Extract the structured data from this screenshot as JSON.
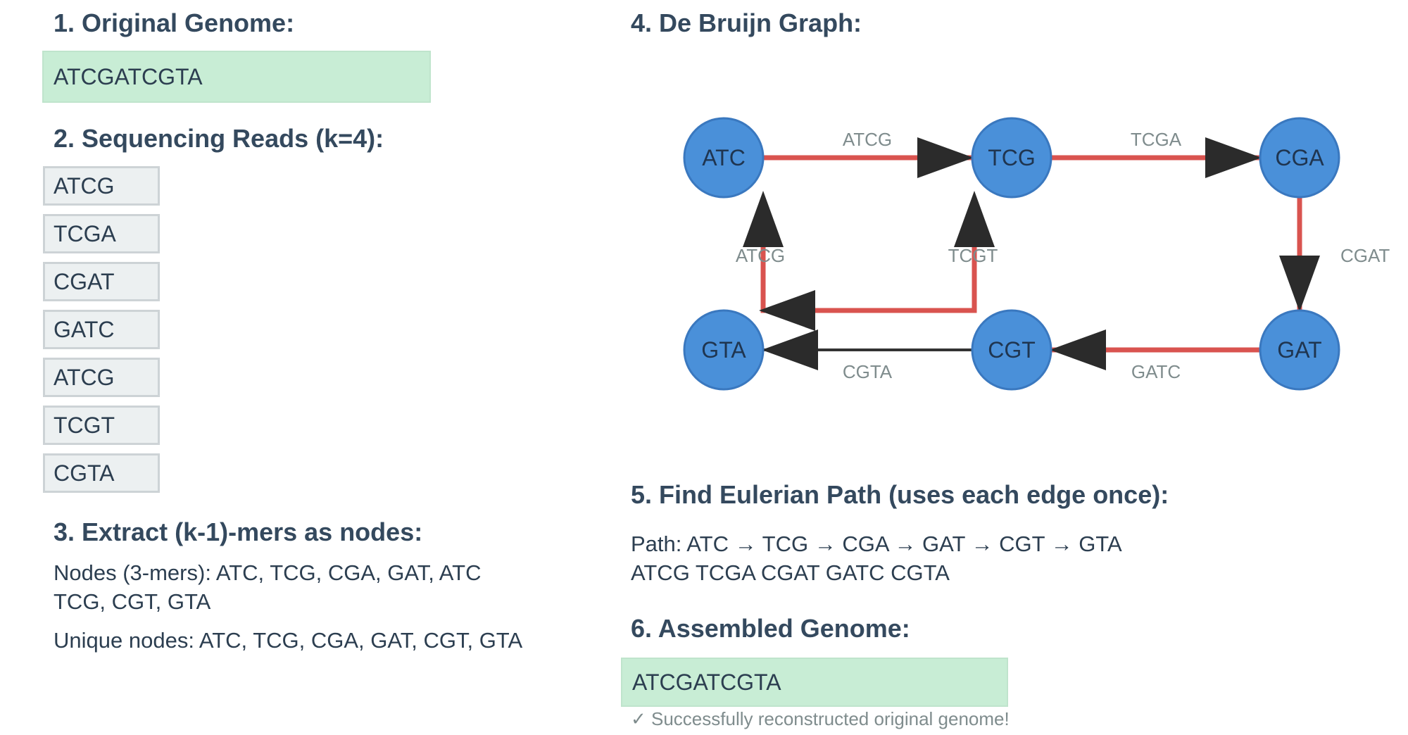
{
  "sections": {
    "original": {
      "title": "1. Original Genome:",
      "genome": "ATCGATCGTA"
    },
    "reads": {
      "title": "2. Sequencing Reads (k=4):",
      "items": [
        "ATCG",
        "TCGA",
        "CGAT",
        "GATC",
        "ATCG",
        "TCGT",
        "CGTA"
      ]
    },
    "extract": {
      "title": "3. Extract (k-1)-mers as nodes:",
      "nodes_line1": "Nodes (3-mers): ATC, TCG, CGA, GAT, ATC",
      "nodes_line2": "TCG, CGT, GTA",
      "unique": "Unique nodes: ATC, TCG, CGA, GAT, CGT, GTA"
    },
    "graph": {
      "title": "4. De Bruijn Graph:",
      "nodes": [
        {
          "id": "ATC",
          "label": "ATC"
        },
        {
          "id": "TCG",
          "label": "TCG"
        },
        {
          "id": "CGA",
          "label": "CGA"
        },
        {
          "id": "GAT",
          "label": "GAT"
        },
        {
          "id": "CGT",
          "label": "CGT"
        },
        {
          "id": "GTA",
          "label": "GTA"
        }
      ],
      "edges": [
        {
          "from": "ATC",
          "to": "TCG",
          "label": "ATCG",
          "highlighted": true
        },
        {
          "from": "TCG",
          "to": "CGA",
          "label": "TCGA",
          "highlighted": true
        },
        {
          "from": "CGA",
          "to": "GAT",
          "label": "CGAT",
          "highlighted": true
        },
        {
          "from": "GAT",
          "to": "CGT",
          "label": "GATC",
          "highlighted": true
        },
        {
          "from": "CGT",
          "to": "GTA",
          "label": "CGTA",
          "highlighted": false
        },
        {
          "from": "loop",
          "to": "ATC",
          "label": "ATCG",
          "highlighted": true
        },
        {
          "from": "loop",
          "to": "TCG",
          "label": "TCGT",
          "highlighted": true
        }
      ],
      "colors": {
        "node_fill": "#4a90d9",
        "node_stroke": "#3a78bf",
        "edge_highlight": "#d9534f",
        "edge_normal": "#333333",
        "arrow": "#2b2b2b"
      }
    },
    "eulerian": {
      "title": "5. Find Eulerian Path (uses each edge once):",
      "path": "Path: ATC → TCG → CGA → GAT → CGT → GTA",
      "edges": "ATCG TCGA CGAT GATC CGTA"
    },
    "assembled": {
      "title": "6. Assembled Genome:",
      "genome": "ATCGATCGTA",
      "status": "✓ Successfully reconstructed original genome!"
    }
  }
}
